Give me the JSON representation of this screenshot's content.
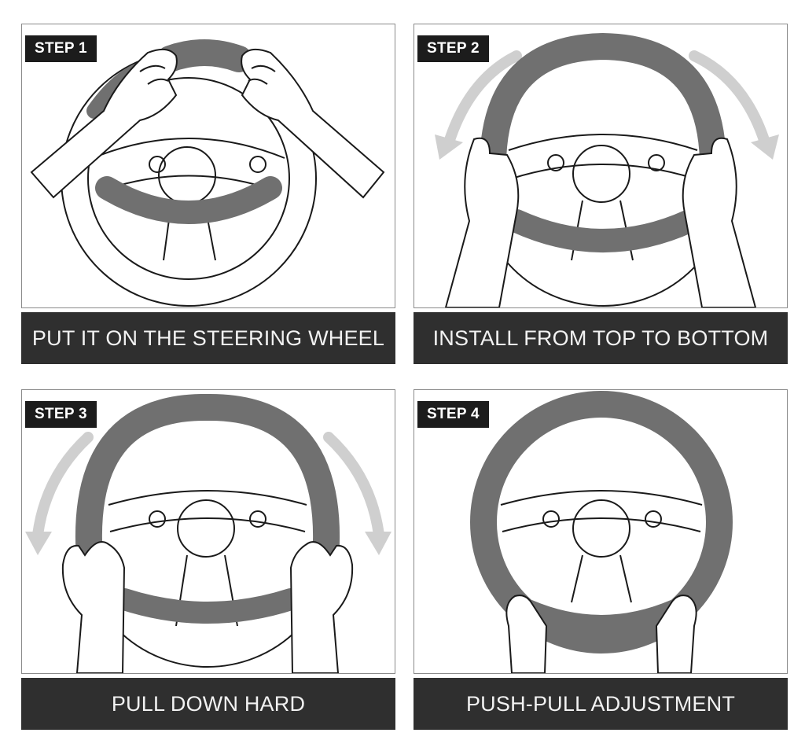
{
  "steps": [
    {
      "badge": "STEP 1",
      "caption": "PUT IT ON THE STEERING WHEEL"
    },
    {
      "badge": "STEP 2",
      "caption": "INSTALL FROM TOP TO BOTTOM"
    },
    {
      "badge": "STEP 3",
      "caption": "PULL DOWN HARD"
    },
    {
      "badge": "STEP 4",
      "caption": "PUSH-PULL ADJUSTMENT"
    }
  ],
  "colors": {
    "cover": "#707070",
    "outline": "#1a1a1a",
    "arrow": "#cfcfcf",
    "badge_bg": "#1c1c1c",
    "caption_bg": "#2f2f2f"
  }
}
